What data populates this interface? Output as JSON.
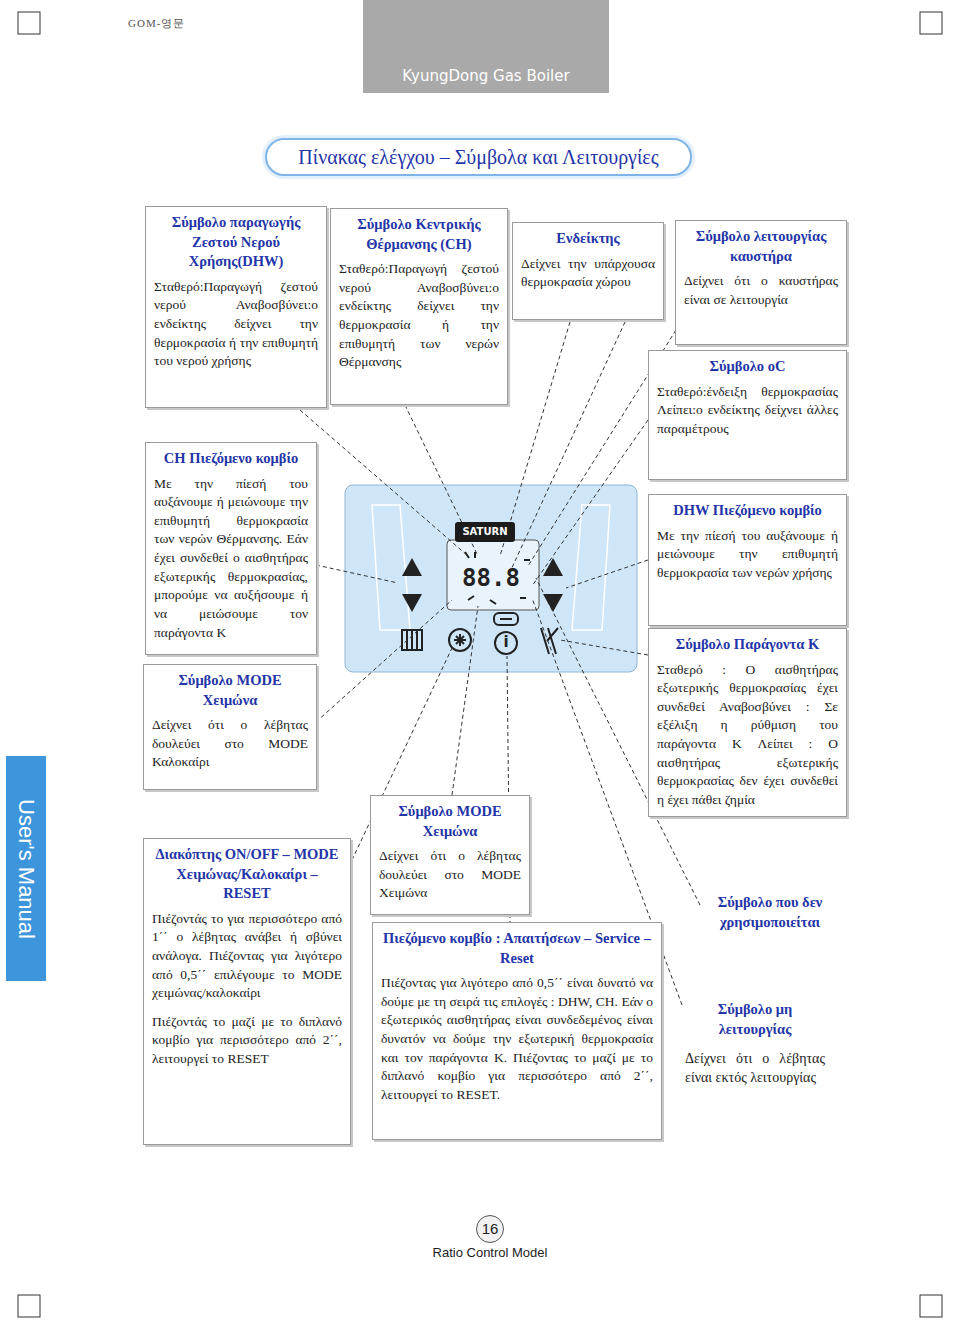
{
  "diagram": {
    "title": "Πίνακας ελέγχου – Σύμβολα και Λειτουργίες",
    "nodes": [
      {
        "text": [
          "KyungDong Gas Boiler"
        ]
      },
      {
        "text": [
          "Σύμβολο παραγωγής Ζεστού Νερού Χρήσης(DHW)",
          "Σταθερό:Παραγωγή ζεστού νερού Αναβοσβύνει:ο ενδείκτης δείχνει την θερμοκρασία ή την επιθυμητή του νερού χρήσης"
        ]
      },
      {
        "text": [
          "CH Πιεζόμενο κομβίο",
          "Με την πίεσή του αυξάνουμε ή μειώνουμε την επιθυμητή θερμοκρασία των νερών Θέρμανσης. Εάν έχει συνδεθεί ο αισθητήρας εξωτερικής θερμοκρασίας, μπορούμε να αυξήσουμε ή να μειώσουμε τον παράγοντα K"
        ]
      },
      {
        "text": [
          "Σύμβολο MODE Χειμώνα",
          "Δείχνει ότι ο λέβητας δουλεύει στο MODE Καλοκαίρι"
        ]
      },
      {
        "text": [
          "Διακόπτης ON/OFF – MODE Χειμώνας/Καλοκαίρι – RESET",
          "Πιέζοντάς το για περισσότερο από 1΄΄ ο λέβητας ανάβει ή σβύνει ανάλογα. Πιέζοντας για λιγότερο από 0,5΄΄ επιλέγουμε το MODE χειμώνας/καλοκαίρι",
          "Πιέζοντάς το μαζί με το διπλανό κομβίο για περισσότερο από 2΄΄, λειτουργεί το RESET"
        ]
      },
      {
        "text": [
          "Σύμβολο Κεντρικής Θέρμανσης (CH)",
          "Σταθερό:Παραγωγή ζεστού νερού Αναβοσβύνει:ο ενδείκτης δείχνει την θερμοκρασία ή την επιθυμητή των νερών Θέρμανσης"
        ]
      },
      {
        "text": [
          "Ενδείκτης",
          "Δείχνει την υπάρχουσα θερμοκρασία χώρου"
        ]
      },
      {
        "text": [
          "Σύμβολο MODE Χειμώνα",
          "Δείχνει ότι ο λέβητας δουλεύει στο MODE Χειμώνα"
        ]
      },
      {
        "text": [
          "Πιεζόμενο κομβίο : Απαιτήσεων – Service – Reset",
          "Πιέζοντας για λιγότερο από 0,5΄΄ είναι δυνατό να δούμε με τη σειρά τις επιλογές : DHW, CH. Εάν ο εξωτερικός αισθητήρας είναι συνδεδεμένος είναι δυνατόν να δούμε την εξωτερική θερμοκρασία και τον παράγοντα K. Πιέζοντας το μαζί με το διπλανό κομβίο για περισσότερο από 2΄΄, λειτουργεί το RESET."
        ]
      },
      {
        "text": [
          "Σύμβολο λειτουργίας καυστήρα",
          "Δείχνει ότι ο καυστήρας είναι σε λειτουργία"
        ]
      },
      {
        "text": [
          "Σύμβολο oC",
          "Σταθερό:ένδειξη θερμοκρασίας Λείπει:ο ενδείκτης δείχνει άλλες παραμέτρους"
        ]
      },
      {
        "text": [
          "DHW Πιεζόμενο κομβίο",
          "Με την πίεσή του αυξάνουμε ή μειώνουμε την επιθυμητή θερμοκρασία των νερών χρήσης"
        ]
      },
      {
        "text": [
          "Σύμβολο Παράγοντα K",
          "Σταθερό : Ο αισθητήρας εξωτερικής θερμοκρασίας έχει συνδεθεί Αναβοσβύνει : Σε εξέλιξη η ρύθμιση του παράγοντα K Λείπει : Ο αισθητήρας εξωτερικής θερμοκρασίας δεν έχει συνδεθεί η έχει πάθει ζημία"
        ]
      },
      {
        "text": [
          "User's Manual"
        ]
      },
      {
        "text": [
          "16"
        ]
      }
    ],
    "labels": [
      "GOM-영문",
      "SATURN",
      "88.8",
      "i",
      "Σύμβολο που δεν χρησιμοποιείται",
      "Σύμβολο μη λειτουργίας",
      "Δείχνει ότι ο λέβητας είναι εκτός λειτουργίας",
      "Ratio Control Model"
    ]
  }
}
